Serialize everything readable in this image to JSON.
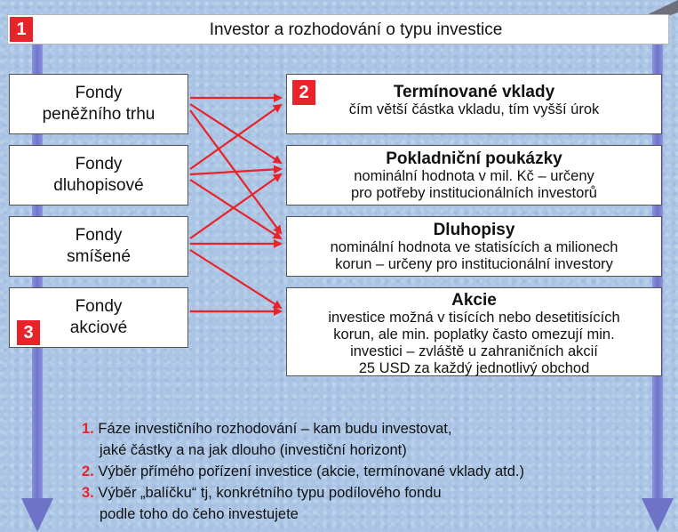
{
  "header": {
    "number": "1",
    "title": "Investor a rozhodování o typu investice"
  },
  "funds": [
    {
      "line1": "Fondy",
      "line2": "peněžního trhu"
    },
    {
      "line1": "Fondy",
      "line2": "dluhopisové"
    },
    {
      "line1": "Fondy",
      "line2": "smíšené"
    },
    {
      "line1": "Fondy",
      "line2": "akciové"
    }
  ],
  "funds_tag": "3",
  "investments": [
    {
      "title": "Termínované vklady",
      "desc": [
        "čím větší částka vkladu, tím vyšší úrok"
      ]
    },
    {
      "title": "Pokladniční poukázky",
      "desc": [
        "nominální hodnota v mil. Kč – určeny",
        "pro potřeby institucionálních investorů"
      ]
    },
    {
      "title": "Dluhopisy",
      "desc": [
        "nominální hodnota ve statisících a milionech",
        "korun – určeny pro institucionální investory"
      ]
    },
    {
      "title": "Akcie",
      "desc": [
        "investice možná v tisících nebo desetitisících",
        "korun, ale min. poplatky často omezují min.",
        "investici – zvláště u zahraničních akcií",
        "25 USD za každý jednotlivý obchod"
      ]
    }
  ],
  "investments_tag": "2",
  "legend": [
    {
      "num": "1.",
      "lines": [
        "Fáze investičního rozhodování – kam budu investovat,",
        "jaké částky a na jak dlouho (investiční horizont)"
      ]
    },
    {
      "num": "2.",
      "lines": [
        "Výběr přímého pořízení investice (akcie, termínované vklady atd.)"
      ]
    },
    {
      "num": "3.",
      "lines": [
        "Výběr „balíčku“ tj, konkrétního typu podílového fondu",
        "podle toho do čeho investujete"
      ]
    }
  ],
  "colors": {
    "background": "#a9c4e4",
    "accent_red": "#e8232a",
    "arrow_blue": "#7a7fd0"
  },
  "icons": {
    "corner": "pencil-icon"
  }
}
